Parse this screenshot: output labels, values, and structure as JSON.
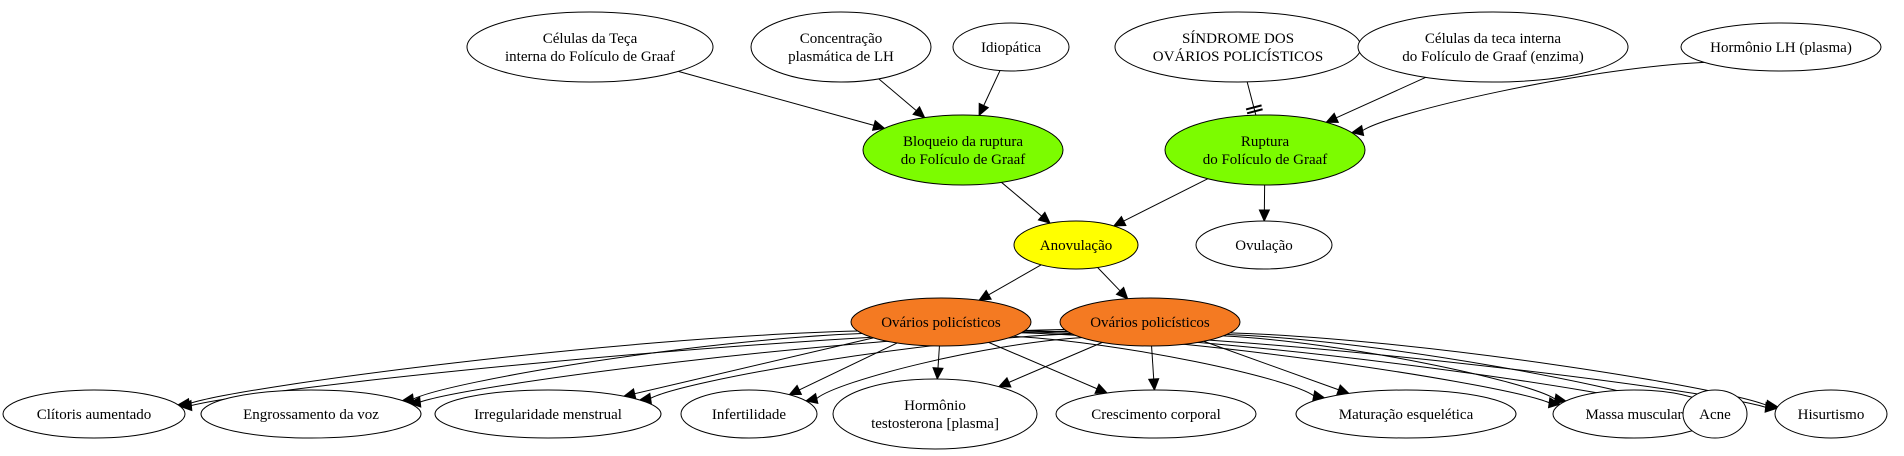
{
  "nodes": [
    {
      "id": "celulas_teca",
      "lines": [
        "Células da Teça",
        "interna do Folículo de Graaf"
      ],
      "fill": "#ffffff"
    },
    {
      "id": "concentracao_lh",
      "lines": [
        "Concentração",
        "plasmática de LH"
      ],
      "fill": "#ffffff"
    },
    {
      "id": "idiopatica",
      "lines": [
        "Idiopática"
      ],
      "fill": "#ffffff"
    },
    {
      "id": "sindrome",
      "lines": [
        "SÍNDROME DOS",
        "OVÁRIOS POLICÍSTICOS"
      ],
      "fill": "#ffffff"
    },
    {
      "id": "celulas_teca_enzima",
      "lines": [
        "Células da teca interna",
        "do Folículo de Graaf (enzima)"
      ],
      "fill": "#ffffff"
    },
    {
      "id": "hormonio_lh",
      "lines": [
        "Hormônio LH (plasma)"
      ],
      "fill": "#ffffff"
    },
    {
      "id": "bloqueio",
      "lines": [
        "Bloqueio da ruptura",
        "do Folículo de Graaf"
      ],
      "fill": "#7cfc00"
    },
    {
      "id": "ruptura",
      "lines": [
        "Ruptura",
        "do Folículo de Graaf"
      ],
      "fill": "#7cfc00"
    },
    {
      "id": "anovulacao",
      "lines": [
        "Anovulação"
      ],
      "fill": "#ffff00"
    },
    {
      "id": "ovulacao",
      "lines": [
        "Ovulação"
      ],
      "fill": "#ffffff"
    },
    {
      "id": "ovarios1",
      "lines": [
        "Ovários policísticos"
      ],
      "fill": "#f47a22"
    },
    {
      "id": "ovarios2",
      "lines": [
        "Ovários policísticos"
      ],
      "fill": "#f47a22"
    },
    {
      "id": "clitoris",
      "lines": [
        "Clítoris aumentado"
      ],
      "fill": "#ffffff"
    },
    {
      "id": "voz",
      "lines": [
        "Engrossamento da voz"
      ],
      "fill": "#ffffff"
    },
    {
      "id": "irregularidade",
      "lines": [
        "Irregularidade menstrual"
      ],
      "fill": "#ffffff"
    },
    {
      "id": "infertilidade",
      "lines": [
        "Infertilidade"
      ],
      "fill": "#ffffff"
    },
    {
      "id": "testosterona",
      "lines": [
        "Hormônio",
        "testosterona [plasma]"
      ],
      "fill": "#ffffff"
    },
    {
      "id": "crescimento",
      "lines": [
        "Crescimento corporal"
      ],
      "fill": "#ffffff"
    },
    {
      "id": "maturacao",
      "lines": [
        "Maturação esquelética"
      ],
      "fill": "#ffffff"
    },
    {
      "id": "massa",
      "lines": [
        "Massa muscular"
      ],
      "fill": "#ffffff"
    },
    {
      "id": "acne",
      "lines": [
        "Acne"
      ],
      "fill": "#ffffff"
    },
    {
      "id": "hirsutismo",
      "lines": [
        "Hisurtismo"
      ],
      "fill": "#ffffff"
    }
  ],
  "edges": [
    {
      "from": "celulas_teca",
      "to": "bloqueio",
      "head": "arrow"
    },
    {
      "from": "concentracao_lh",
      "to": "bloqueio",
      "head": "arrow"
    },
    {
      "from": "idiopatica",
      "to": "bloqueio",
      "head": "arrow"
    },
    {
      "from": "sindrome",
      "to": "ruptura",
      "head": "tee"
    },
    {
      "from": "celulas_teca_enzima",
      "to": "ruptura",
      "head": "arrow"
    },
    {
      "from": "hormonio_lh",
      "to": "ruptura",
      "head": "arrow"
    },
    {
      "from": "bloqueio",
      "to": "anovulacao",
      "head": "arrow"
    },
    {
      "from": "ruptura",
      "to": "anovulacao",
      "head": "arrow"
    },
    {
      "from": "ruptura",
      "to": "ovulacao",
      "head": "arrow"
    },
    {
      "from": "anovulacao",
      "to": "ovarios1",
      "head": "arrow"
    },
    {
      "from": "anovulacao",
      "to": "ovarios2",
      "head": "arrow"
    },
    {
      "from": "ovarios1",
      "to": "clitoris",
      "head": "arrow"
    },
    {
      "from": "ovarios1",
      "to": "voz",
      "head": "arrow"
    },
    {
      "from": "ovarios1",
      "to": "irregularidade",
      "head": "arrow"
    },
    {
      "from": "ovarios1",
      "to": "infertilidade",
      "head": "arrow"
    },
    {
      "from": "ovarios1",
      "to": "testosterona",
      "head": "arrow"
    },
    {
      "from": "ovarios1",
      "to": "crescimento",
      "head": "arrow"
    },
    {
      "from": "ovarios1",
      "to": "maturacao",
      "head": "arrow"
    },
    {
      "from": "ovarios1",
      "to": "massa",
      "head": "arrow"
    },
    {
      "from": "ovarios1",
      "to": "acne",
      "head": "arrow"
    },
    {
      "from": "ovarios1",
      "to": "hirsutismo",
      "head": "arrow"
    },
    {
      "from": "ovarios2",
      "to": "clitoris",
      "head": "arrow"
    },
    {
      "from": "ovarios2",
      "to": "voz",
      "head": "arrow"
    },
    {
      "from": "ovarios2",
      "to": "irregularidade",
      "head": "arrow"
    },
    {
      "from": "ovarios2",
      "to": "infertilidade",
      "head": "arrow"
    },
    {
      "from": "ovarios2",
      "to": "testosterona",
      "head": "arrow"
    },
    {
      "from": "ovarios2",
      "to": "crescimento",
      "head": "arrow"
    },
    {
      "from": "ovarios2",
      "to": "maturacao",
      "head": "arrow"
    },
    {
      "from": "ovarios2",
      "to": "massa",
      "head": "arrow"
    },
    {
      "from": "ovarios2",
      "to": "acne",
      "head": "arrow"
    },
    {
      "from": "ovarios2",
      "to": "hirsutismo",
      "head": "arrow"
    }
  ]
}
